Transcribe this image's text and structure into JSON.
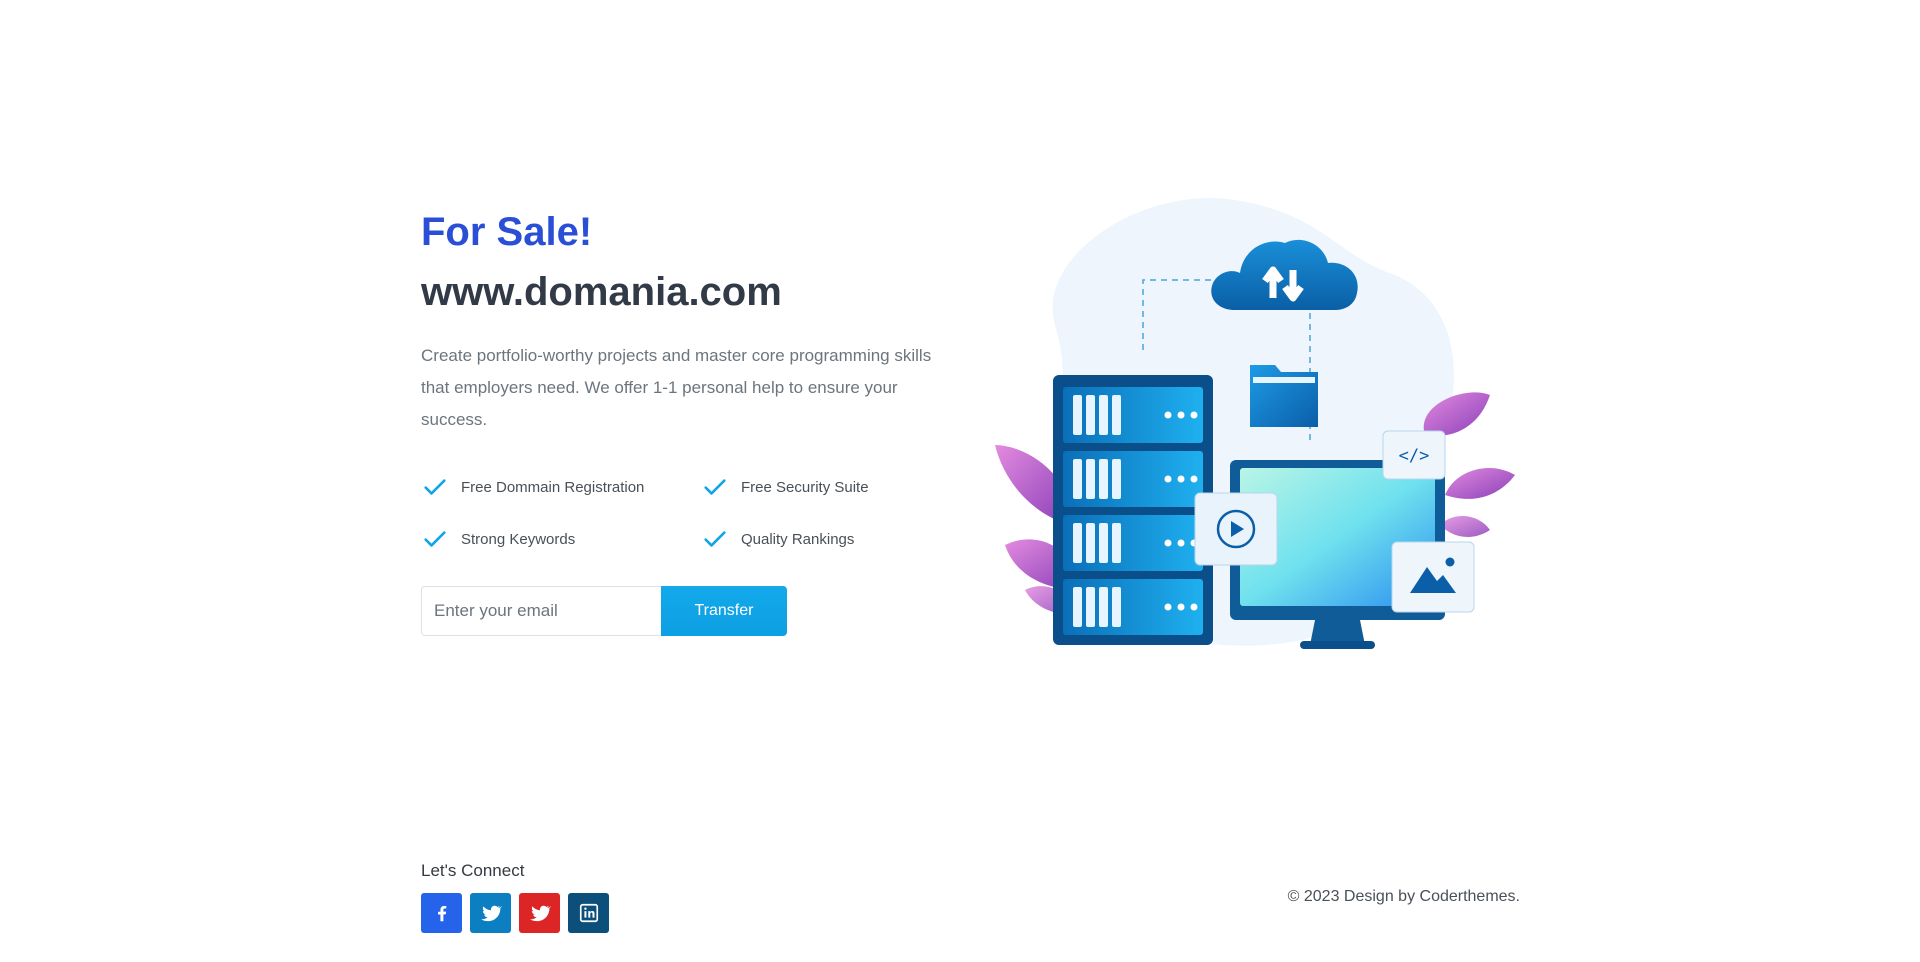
{
  "hero": {
    "kicker": "For Sale!",
    "domain": "www.domania.com",
    "lead": "Create portfolio-worthy projects and master core programming skills that employers need. We offer 1-1 personal help to ensure your success."
  },
  "features": [
    {
      "label": "Free Dommain Registration",
      "icon": "check-icon"
    },
    {
      "label": "Free Security Suite",
      "icon": "check-icon"
    },
    {
      "label": "Strong Keywords",
      "icon": "check-icon"
    },
    {
      "label": "Quality Rankings",
      "icon": "check-icon"
    }
  ],
  "signup": {
    "placeholder": "Enter your email",
    "button_label": "Transfer"
  },
  "footer": {
    "connect_title": "Let's Connect",
    "socials": [
      {
        "name": "facebook",
        "icon": "facebook-icon",
        "color": "#2563eb"
      },
      {
        "name": "twitter",
        "icon": "twitter-icon",
        "color": "#0b7fc2"
      },
      {
        "name": "twitter",
        "icon": "twitter-icon",
        "color": "#dc2626"
      },
      {
        "name": "linkedin",
        "icon": "linkedin-icon",
        "color": "#0b4f7a"
      }
    ],
    "copyright": "© 2023 Design by Coderthemes."
  },
  "colors": {
    "accent": "#2a4fd6",
    "button": "#0ea5e9",
    "check": "#0ea5e9",
    "heading": "#313a46"
  }
}
